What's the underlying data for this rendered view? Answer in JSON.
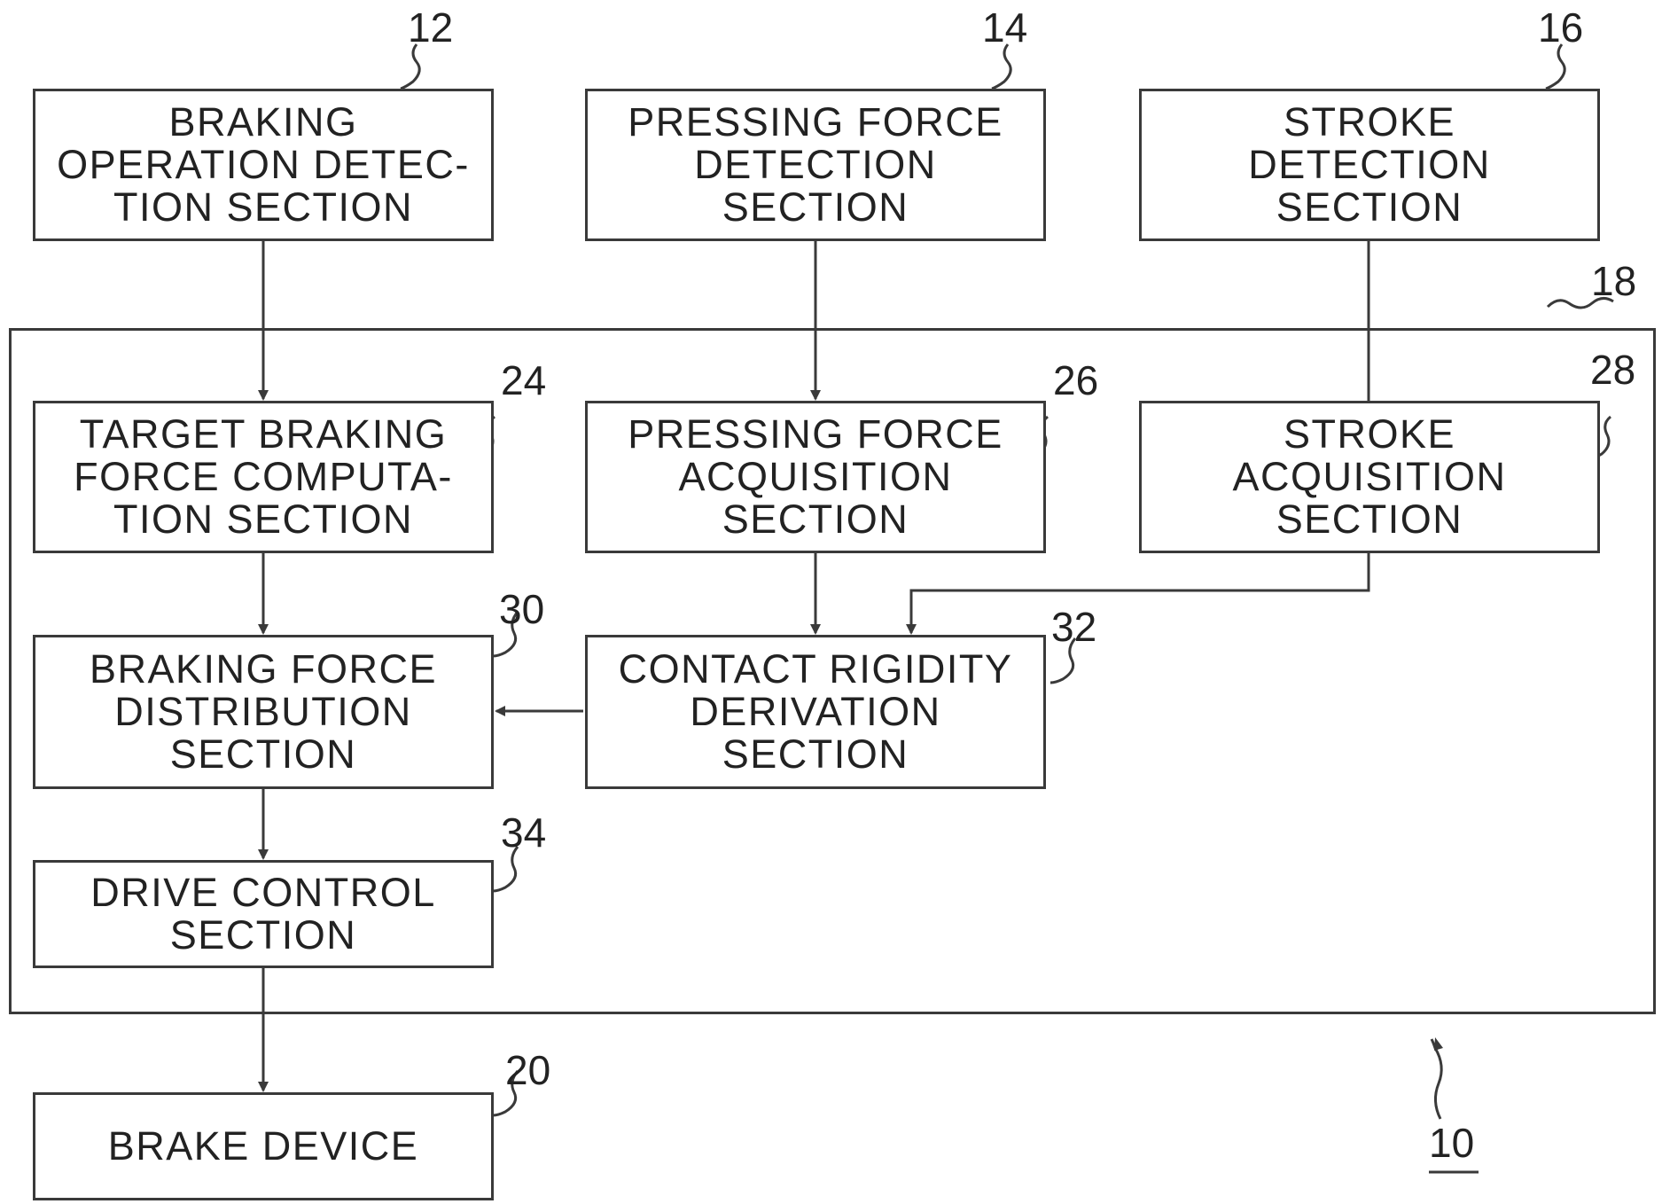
{
  "blocks": {
    "b12": {
      "ref": "12",
      "label": "BRAKING\nOPERATION DETEC-\nTION SECTION"
    },
    "b14": {
      "ref": "14",
      "label": "PRESSING FORCE\nDETECTION\nSECTION"
    },
    "b16": {
      "ref": "16",
      "label": "STROKE\nDETECTION\nSECTION"
    },
    "b24": {
      "ref": "24",
      "label": "TARGET BRAKING\nFORCE COMPUTA-\nTION SECTION"
    },
    "b26": {
      "ref": "26",
      "label": "PRESSING FORCE\nACQUISITION\nSECTION"
    },
    "b28": {
      "ref": "28",
      "label": "STROKE\nACQUISITION\nSECTION"
    },
    "b30": {
      "ref": "30",
      "label": "BRAKING FORCE\nDISTRIBUTION\nSECTION"
    },
    "b32": {
      "ref": "32",
      "label": "CONTACT RIGIDITY\nDERIVATION\nSECTION"
    },
    "b34": {
      "ref": "34",
      "label": "DRIVE CONTROL\nSECTION"
    },
    "b20": {
      "ref": "20",
      "label": "BRAKE DEVICE"
    }
  },
  "outer_unit": {
    "ref": "18"
  },
  "system": {
    "ref": "10"
  }
}
